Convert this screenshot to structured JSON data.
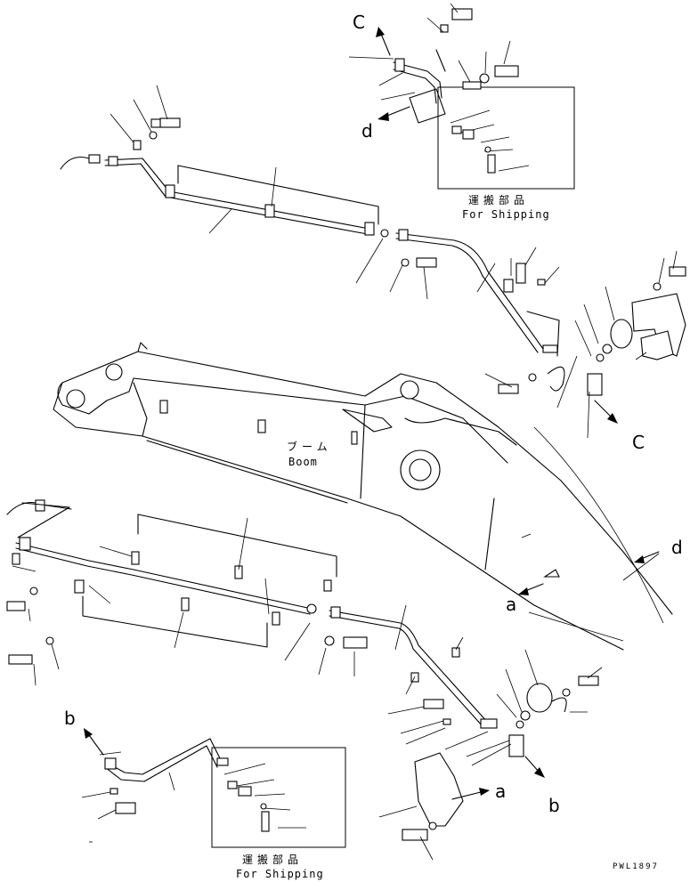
{
  "callouts": {
    "c_top": "C",
    "c_right": "C",
    "d_top": "d",
    "d_right": "d",
    "a_mid": "a",
    "a_bottom": "a",
    "b_left": "b",
    "b_bottom": "b"
  },
  "boom": {
    "label_jp": "ブーム",
    "label_en": "Boom"
  },
  "shipping_top": {
    "label_jp": "運搬部品",
    "label_en": "For Shipping"
  },
  "shipping_bottom": {
    "label_jp": "運搬部品",
    "label_en": "For Shipping"
  },
  "drawing_code": "PWL1897"
}
